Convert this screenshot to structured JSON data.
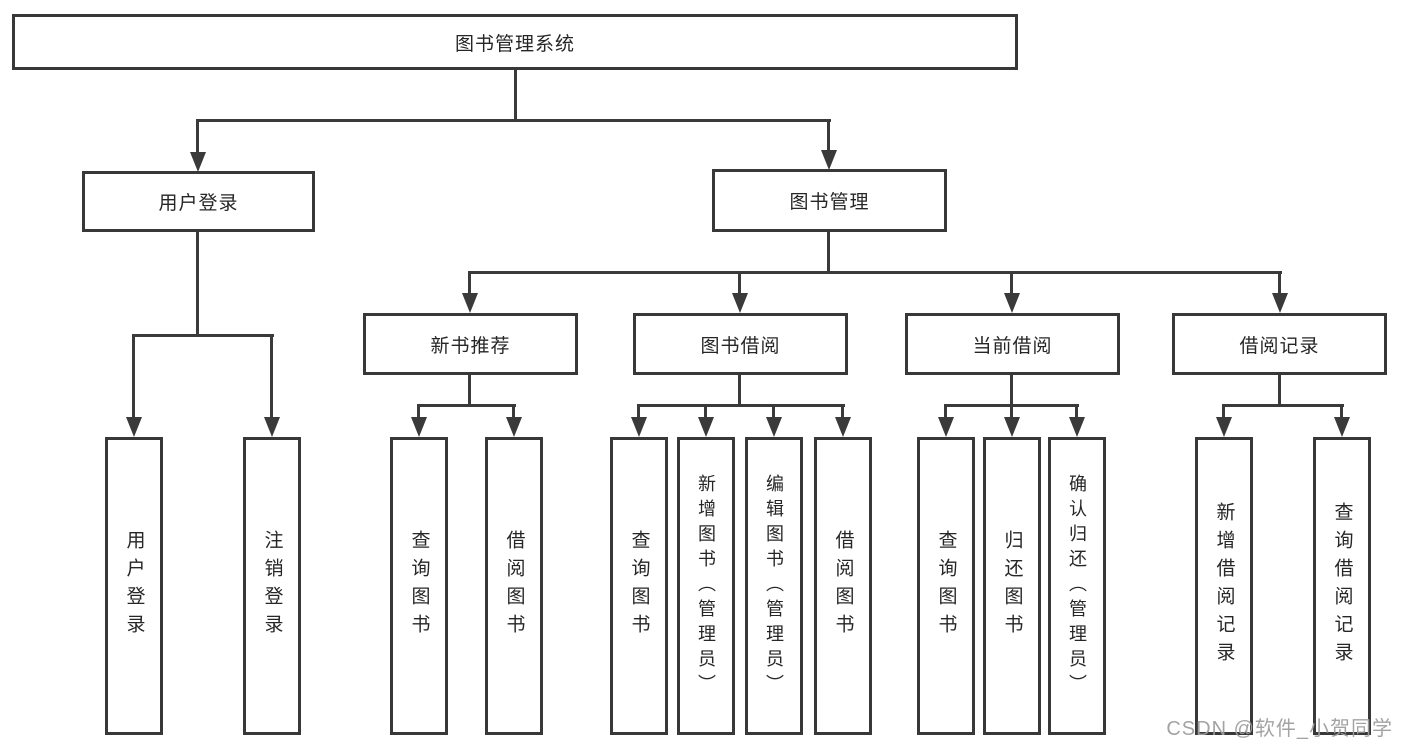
{
  "diagram_title": "图书管理系统",
  "colors": {
    "line": "#3a3a3a",
    "box_border": "#383838",
    "box_background": "#ffffff",
    "text": "#262626",
    "watermark": "#9e9e9e"
  },
  "nodes": {
    "root": {
      "label": "图书管理系统"
    },
    "level2": [
      {
        "label": "用户登录"
      },
      {
        "label": "图书管理"
      }
    ],
    "level3": [
      {
        "label": "新书推荐",
        "parent": "图书管理"
      },
      {
        "label": "图书借阅",
        "parent": "图书管理"
      },
      {
        "label": "当前借阅",
        "parent": "图书管理"
      },
      {
        "label": "借阅记录",
        "parent": "图书管理"
      }
    ],
    "leaves": [
      {
        "label": "用户登录",
        "parent": "用户登录"
      },
      {
        "label": "注销登录",
        "parent": "用户登录"
      },
      {
        "label": "查询图书",
        "parent": "新书推荐"
      },
      {
        "label": "借阅图书",
        "parent": "新书推荐"
      },
      {
        "label": "查询图书",
        "parent": "图书借阅"
      },
      {
        "label": "新增图书（管理员）",
        "parent": "图书借阅"
      },
      {
        "label": "编辑图书（管理员）",
        "parent": "图书借阅"
      },
      {
        "label": "借阅图书",
        "parent": "图书借阅"
      },
      {
        "label": "查询图书",
        "parent": "当前借阅"
      },
      {
        "label": "归还图书",
        "parent": "当前借阅"
      },
      {
        "label": "确认归还（管理员）",
        "parent": "当前借阅"
      },
      {
        "label": "新增借阅记录",
        "parent": "借阅记录"
      },
      {
        "label": "查询借阅记录",
        "parent": "借阅记录"
      }
    ]
  },
  "watermark": "CSDN @软件_小贺同学"
}
